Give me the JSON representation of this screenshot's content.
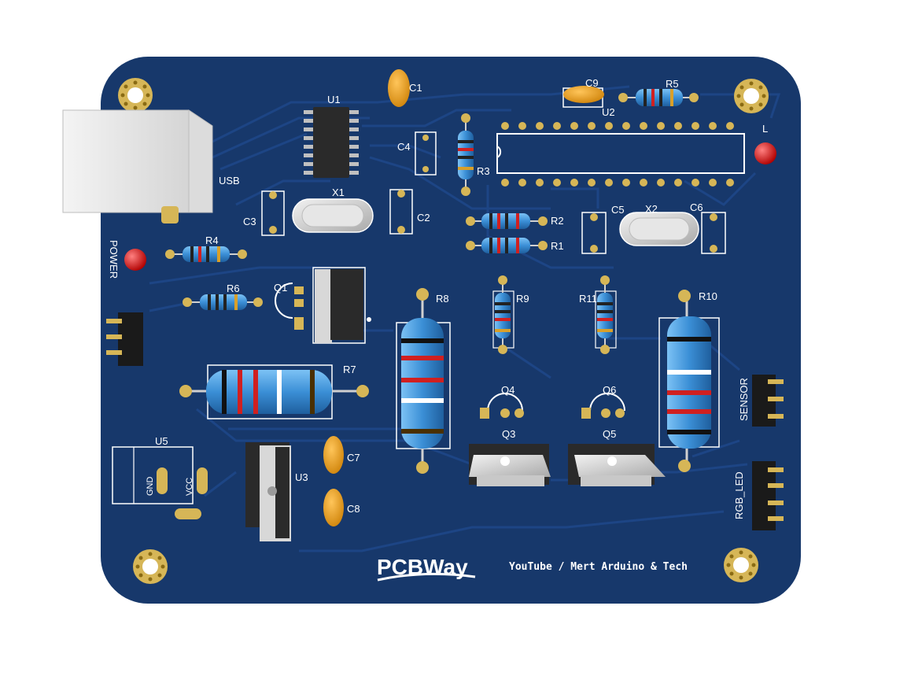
{
  "brand": {
    "logo_text": "PCBWay",
    "credit": "YouTube / Mert Arduino & Tech"
  },
  "colors": {
    "board": "#17386b",
    "trace": "#1d4585",
    "silk": "#ffffff",
    "gold": "#c9a43a",
    "resistor_body": "#3b8fd6",
    "capacitor": "#e59c1e",
    "ic": "#2a2a2a",
    "led": "#e02020"
  },
  "labels": {
    "u1": "U1",
    "u2": "U2",
    "u3": "U3",
    "u5": "U5",
    "x1": "X1",
    "x2": "X2",
    "c1": "C1",
    "c2": "C2",
    "c3": "C3",
    "c4": "C4",
    "c5": "C5",
    "c6": "C6",
    "c7": "C7",
    "c8": "C8",
    "c9": "C9",
    "r1": "R1",
    "r2": "R2",
    "r3": "R3",
    "r4": "R4",
    "r5": "R5",
    "r6": "R6",
    "r7": "R7",
    "r8": "R8",
    "r9": "R9",
    "r10": "R10",
    "r11": "R11",
    "q1": "Q1",
    "q3": "Q3",
    "q4": "Q4",
    "q5": "Q5",
    "q6": "Q6",
    "usb": "USB",
    "power": "POWER",
    "led_l": "L",
    "sensor": "SENSOR",
    "rgb_led": "RGB_LED",
    "gnd": "GND",
    "vcc": "VCC"
  }
}
